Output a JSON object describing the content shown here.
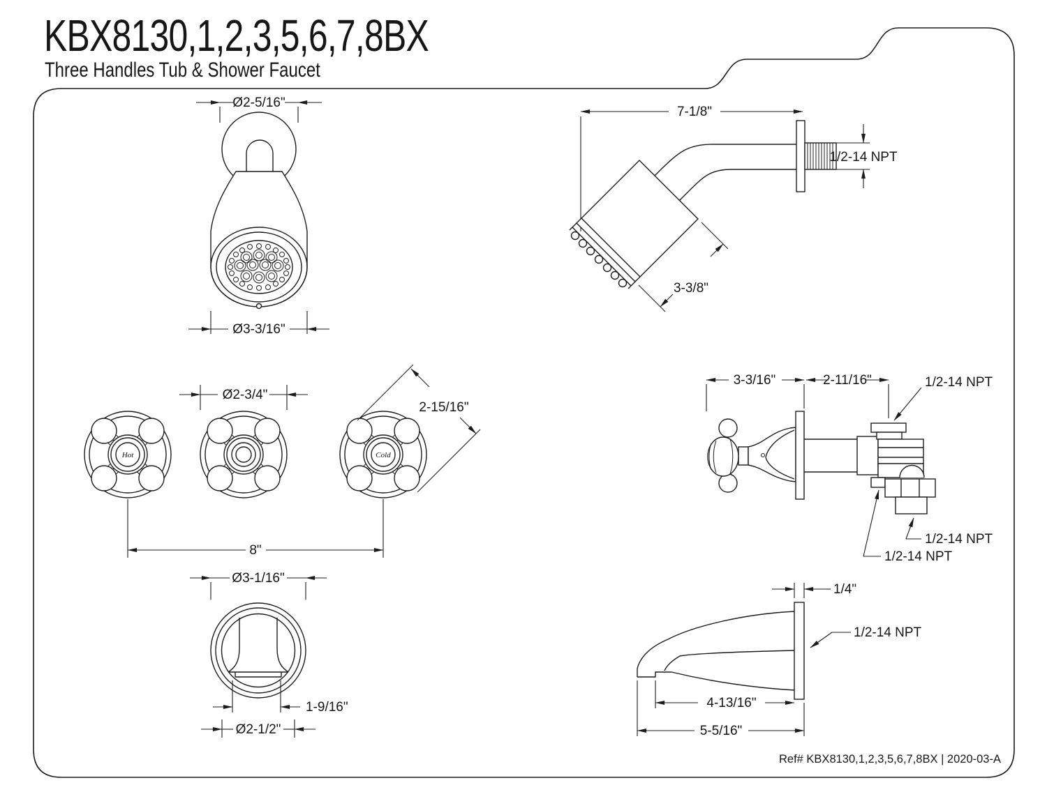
{
  "header": {
    "title": "KBX8130,1,2,3,5,6,7,8BX",
    "subtitle": "Three Handles Tub & Shower Faucet"
  },
  "footer": {
    "ref": "Ref# KBX8130,1,2,3,5,6,7,8BX | 2020-03-A"
  },
  "colors": {
    "line": "#1c1c1c",
    "text": "#141414",
    "background": "#ffffff"
  },
  "views": {
    "showerhead_front": {
      "dim_top_diameter": "Ø2-5/16\"",
      "dim_face_diameter": "Ø3-3/16\""
    },
    "showerhead_side": {
      "dim_arm_reach": "7-1/8\"",
      "dim_thread": "1/2-14 NPT",
      "dim_head_length": "3-3/8\""
    },
    "handles_front": {
      "dim_handle_diameter": "Ø2-3/4\"",
      "dim_handle_depth": "2-15/16\"",
      "dim_spacing": "8\"",
      "hot_label": "Hot",
      "cold_label": "Cold"
    },
    "valve_side": {
      "dim_handle_projection": "3-3/16\"",
      "dim_valve_projection": "2-11/16\"",
      "dim_top_port_thread": "1/2-14 NPT",
      "dim_bottom_port_thread": "1/2-14 NPT",
      "dim_side_port_thread": "1/2-14 NPT"
    },
    "spout_front": {
      "dim_outer_diameter": "Ø3-1/16\"",
      "dim_opening_width": "1-9/16\"",
      "dim_inner_diameter": "Ø2-1/2\""
    },
    "spout_side": {
      "dim_flange_thickness": "1/4\"",
      "dim_thread": "1/2-14 NPT",
      "dim_spout_reach": "4-13/16\"",
      "dim_overall_reach": "5-5/16\""
    }
  }
}
